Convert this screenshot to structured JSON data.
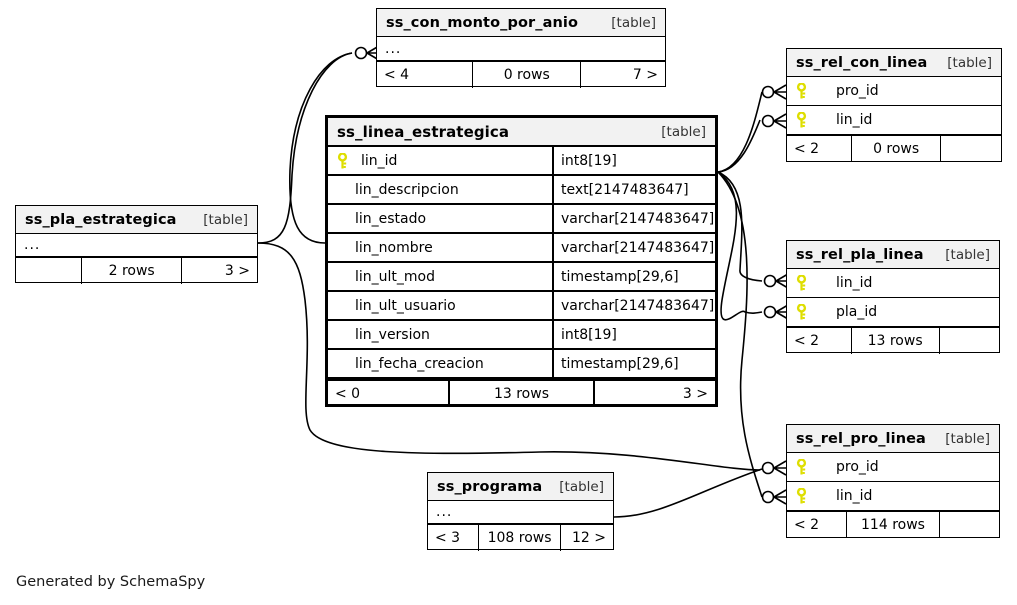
{
  "diagram": {
    "type": "schema-relationship-diagram",
    "generator_credit": "Generated by SchemaSpy",
    "table_tag": "[table]",
    "ellipsis": "...",
    "key_icon_color": "#e0e000",
    "header_bg": "#f2f2f2",
    "line_color": "#000000"
  },
  "tables": {
    "linea_estrategica": {
      "name": "ss_linea_estrategica",
      "tag": "[table]",
      "columns": [
        {
          "name": "lin_id",
          "type": "int8[19]",
          "primary": true
        },
        {
          "name": "lin_descripcion",
          "type": "text[2147483647]",
          "primary": false
        },
        {
          "name": "lin_estado",
          "type": "varchar[2147483647]",
          "primary": false
        },
        {
          "name": "lin_nombre",
          "type": "varchar[2147483647]",
          "primary": false
        },
        {
          "name": "lin_ult_mod",
          "type": "timestamp[29,6]",
          "primary": false
        },
        {
          "name": "lin_ult_usuario",
          "type": "varchar[2147483647]",
          "primary": false
        },
        {
          "name": "lin_version",
          "type": "int8[19]",
          "primary": false
        },
        {
          "name": "lin_fecha_creacion",
          "type": "timestamp[29,6]",
          "primary": false
        }
      ],
      "footer": {
        "left": "< 0",
        "middle": "13 rows",
        "right": "3 >"
      }
    },
    "con_monto_por_anio": {
      "name": "ss_con_monto_por_anio",
      "tag": "[table]",
      "columns": [],
      "footer": {
        "left": "< 4",
        "middle": "0 rows",
        "right": "7 >"
      }
    },
    "pla_estrategica": {
      "name": "ss_pla_estrategica",
      "tag": "[table]",
      "columns": [],
      "footer": {
        "left": "",
        "middle": "2 rows",
        "right": "3 >"
      }
    },
    "programa": {
      "name": "ss_programa",
      "tag": "[table]",
      "columns": [],
      "footer": {
        "left": "< 3",
        "middle": "108 rows",
        "right": "12 >"
      }
    },
    "rel_con_linea": {
      "name": "ss_rel_con_linea",
      "tag": "[table]",
      "columns": [
        {
          "name": "pro_id",
          "type": "",
          "primary": true
        },
        {
          "name": "lin_id",
          "type": "",
          "primary": true
        }
      ],
      "footer": {
        "left": "< 2",
        "middle": "0 rows",
        "right": ""
      }
    },
    "rel_pla_linea": {
      "name": "ss_rel_pla_linea",
      "tag": "[table]",
      "columns": [
        {
          "name": "lin_id",
          "type": "",
          "primary": true
        },
        {
          "name": "pla_id",
          "type": "",
          "primary": true
        }
      ],
      "footer": {
        "left": "< 2",
        "middle": "13 rows",
        "right": ""
      }
    },
    "rel_pro_linea": {
      "name": "ss_rel_pro_linea",
      "tag": "[table]",
      "columns": [
        {
          "name": "pro_id",
          "type": "",
          "primary": true
        },
        {
          "name": "lin_id",
          "type": "",
          "primary": true
        }
      ],
      "footer": {
        "left": "< 2",
        "middle": "114 rows",
        "right": ""
      }
    }
  },
  "relationships": [
    {
      "from": "ss_linea_estrategica",
      "to": "ss_con_monto_por_anio",
      "notation": "zero-or-many"
    },
    {
      "from": "ss_linea_estrategica",
      "to": "ss_rel_con_linea",
      "notation": "zero-or-many"
    },
    {
      "from": "ss_linea_estrategica",
      "to": "ss_rel_pla_linea",
      "notation": "zero-or-many"
    },
    {
      "from": "ss_linea_estrategica",
      "to": "ss_rel_pro_linea",
      "notation": "zero-or-many"
    },
    {
      "from": "ss_pla_estrategica",
      "to": "ss_rel_pla_linea",
      "notation": "zero-or-many"
    },
    {
      "from": "ss_pla_estrategica",
      "to": "ss_con_monto_por_anio",
      "notation": "zero-or-many"
    },
    {
      "from": "ss_programa",
      "to": "ss_rel_pro_linea",
      "notation": "zero-or-many"
    }
  ]
}
